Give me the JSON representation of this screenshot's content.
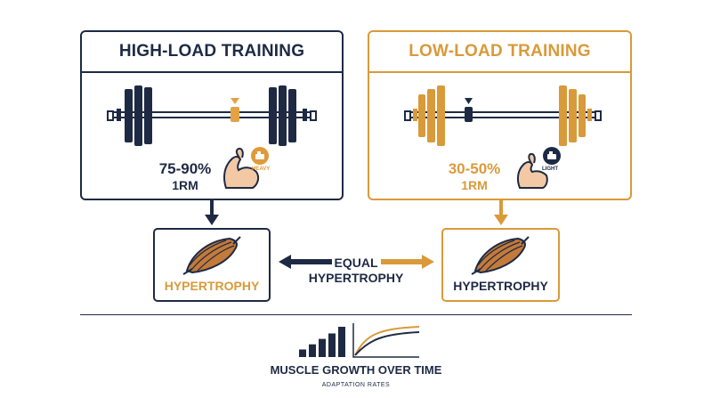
{
  "colors": {
    "navy": "#1e2a44",
    "gold": "#d99a3a",
    "muscle": "#c47a3a",
    "skin": "#f2c9a4"
  },
  "high_load": {
    "title": "HIGH-LOAD TRAINING",
    "percentage": "75-90%",
    "unit": "1RM",
    "badge": "HEAVY",
    "outcome": "HYPERTROPHY"
  },
  "low_load": {
    "title": "LOW-LOAD TRAINING",
    "percentage": "30-50%",
    "unit": "1RM",
    "badge": "LIGHT",
    "outcome": "HYPERTROPHY"
  },
  "center": {
    "line1": "EQUAL",
    "line2": "HYPERTROPHY"
  },
  "footer": {
    "title": "MUSCLE GROWTH OVER TIME",
    "subtitle": "ADAPTATION RATES",
    "bar_levels": [
      0.25,
      0.42,
      0.6,
      0.78,
      1.0
    ]
  },
  "icons": [
    "barbell-icon",
    "flexed-arm-icon",
    "muscle-fiber-icon",
    "arrow-icon",
    "growth-chart-icon"
  ]
}
